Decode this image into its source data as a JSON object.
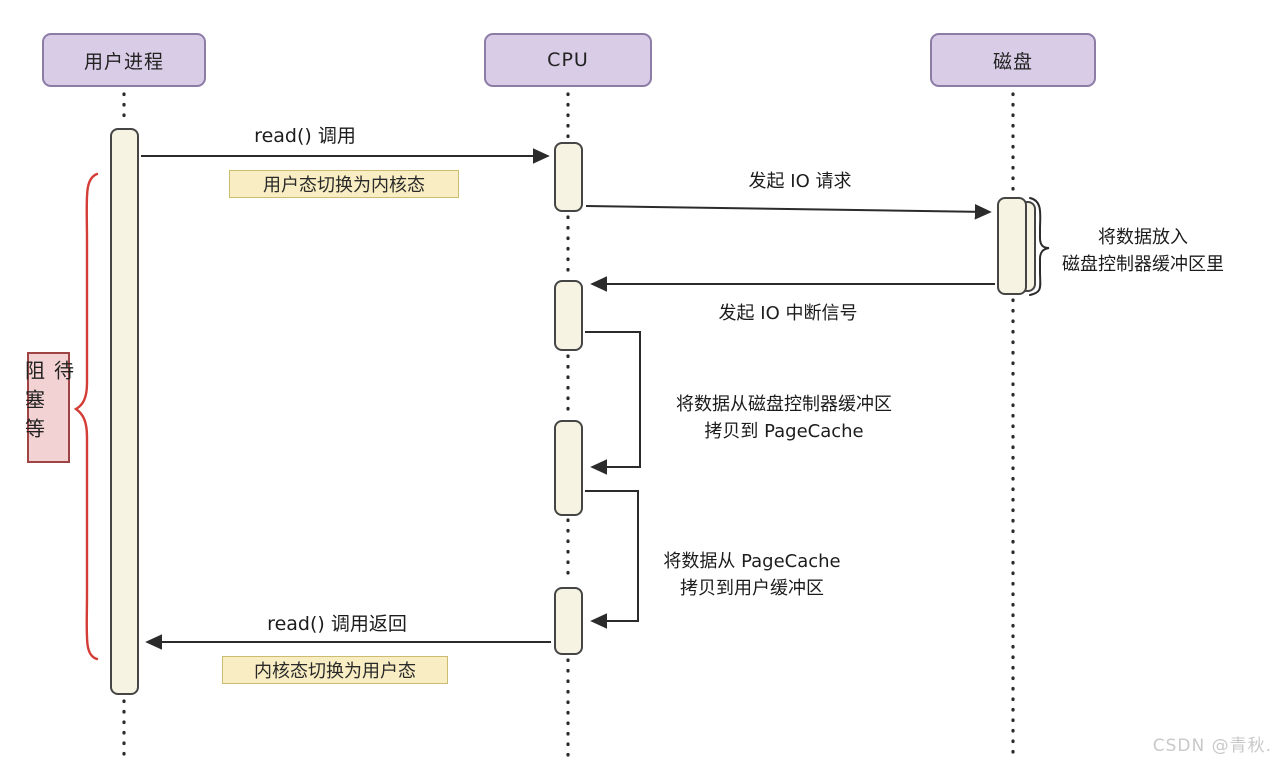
{
  "diagram_type": "sequence-diagram",
  "actors": [
    {
      "id": "user-process",
      "label": "用户进程"
    },
    {
      "id": "cpu",
      "label": "CPU"
    },
    {
      "id": "disk",
      "label": "磁盘"
    }
  ],
  "messages": {
    "read_call": "read() 调用",
    "mode_switch_to_kernel": "用户态切换为内核态",
    "io_request": "发起 IO 请求",
    "disk_note_line1": "将数据放入",
    "disk_note_line2": "磁盘控制器缓冲区里",
    "io_interrupt": "发起 IO 中断信号",
    "copy_pagecache_line1": "将数据从磁盘控制器缓冲区",
    "copy_pagecache_line2": "拷贝到 PageCache",
    "copy_userbuf_line1": "将数据从 PageCache",
    "copy_userbuf_line2": "拷贝到用户缓冲区",
    "read_return": "read() 调用返回",
    "mode_switch_to_user": "内核态切换为用户态"
  },
  "annotations": {
    "blocking_wait": "阻塞等待",
    "watermark": "CSDN @青秋."
  },
  "colors": {
    "actor_fill": "#d9cce6",
    "actor_border": "#8d7ca6",
    "activation_fill": "#f6f3e3",
    "activation_border": "#454545",
    "note_fill": "#f9eec3",
    "note_border": "#cdbb70",
    "blocking_fill": "#f2d2d2",
    "blocking_border": "#9e4444",
    "brace_red": "#d43c36",
    "line": "#2b2b2b",
    "watermark": "#c9c9c9"
  }
}
